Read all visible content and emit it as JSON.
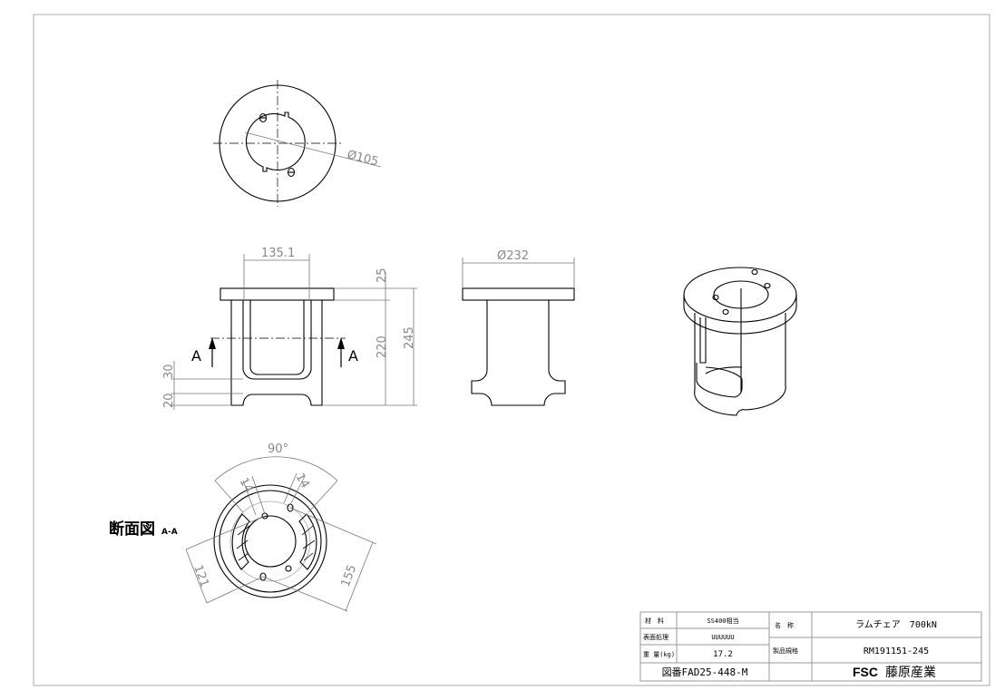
{
  "drawing": {
    "top_view": {
      "diameter_label": "Ø105"
    },
    "front_view": {
      "width_label": "135.1",
      "flange_label": "25",
      "body_label": "220",
      "total_label": "245",
      "dim_30": "30",
      "dim_20": "20",
      "section_mark_left": "A",
      "section_mark_right": "A"
    },
    "side_view": {
      "diameter_label": "Ø232"
    },
    "section_view": {
      "title": "断面図",
      "subtitle": "A-A",
      "angle_label": "90°",
      "slot_left_label": "14",
      "slot_right_label": "14",
      "dim_121": "121",
      "dim_155": "155"
    }
  },
  "title_block": {
    "material_label": "材　料",
    "material_value": "SS400相当",
    "surface_label": "表面処理",
    "surface_value": "UUUUUU",
    "weight_label": "重 量(kg)",
    "weight_value": "17.2",
    "name_label": "名　称",
    "name_value": "ラムチェア　700kN",
    "spec_label": "製品規格",
    "spec_value": "RM191151-245",
    "drawing_number": "図番FAD25-448-M",
    "company_logo": "FSC",
    "company_name": "藤原産業"
  }
}
